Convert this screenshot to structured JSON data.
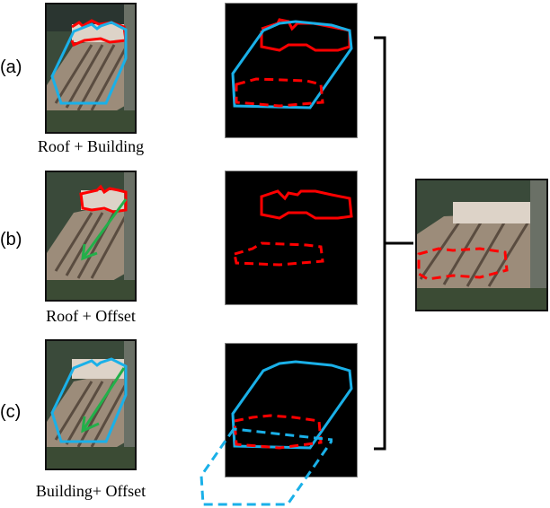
{
  "rows": [
    {
      "label": "(a)",
      "caption": "Roof + Building"
    },
    {
      "label": "(b)",
      "caption": "Roof + Offset"
    },
    {
      "label": "(c)",
      "caption": "Building+ Offset"
    }
  ],
  "legend_colors": {
    "roof": "#ff0000",
    "building": "#1ab0e8",
    "offset_arrow": "#22b04a",
    "mask_background": "#000000"
  }
}
